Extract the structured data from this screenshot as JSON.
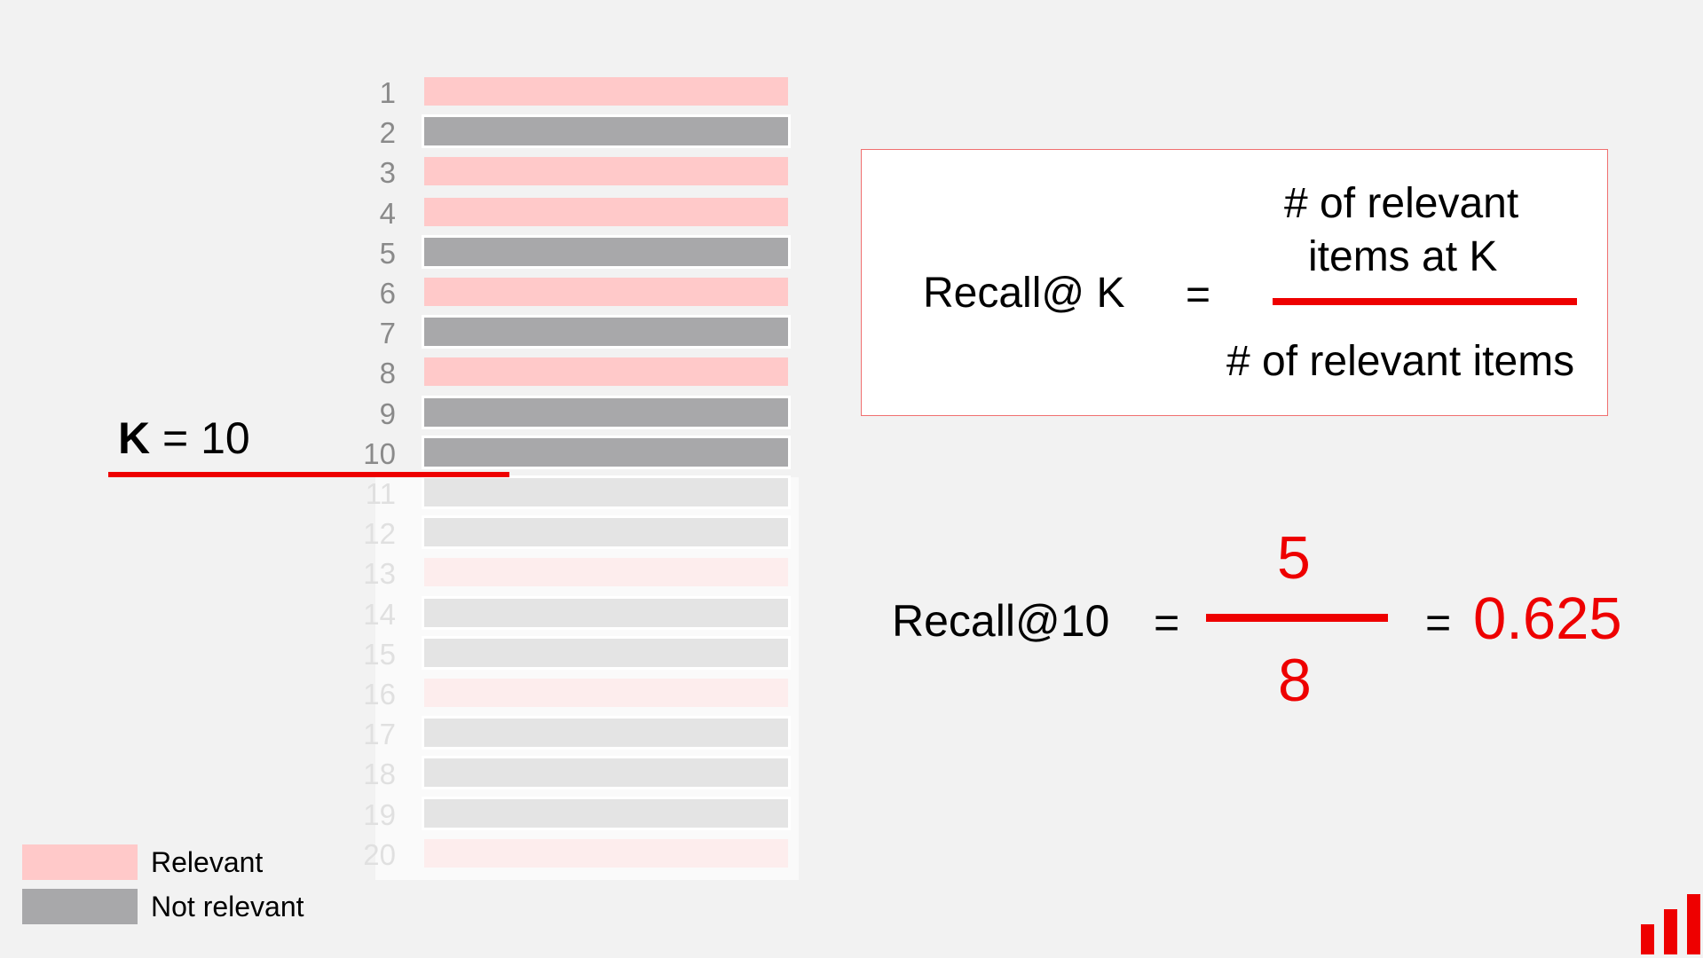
{
  "diagram": {
    "title": "Recall@K illustration",
    "ranked_list": {
      "items": [
        {
          "rank": "1",
          "status": "relevant",
          "in_top_k": true
        },
        {
          "rank": "2",
          "status": "not-relevant",
          "in_top_k": true
        },
        {
          "rank": "3",
          "status": "relevant",
          "in_top_k": true
        },
        {
          "rank": "4",
          "status": "relevant",
          "in_top_k": true
        },
        {
          "rank": "5",
          "status": "not-relevant",
          "in_top_k": true
        },
        {
          "rank": "6",
          "status": "relevant",
          "in_top_k": true
        },
        {
          "rank": "7",
          "status": "not-relevant",
          "in_top_k": true
        },
        {
          "rank": "8",
          "status": "relevant",
          "in_top_k": true
        },
        {
          "rank": "9",
          "status": "not-relevant",
          "in_top_k": true
        },
        {
          "rank": "10",
          "status": "not-relevant",
          "in_top_k": true
        },
        {
          "rank": "11",
          "status": "not-relevant",
          "in_top_k": false
        },
        {
          "rank": "12",
          "status": "not-relevant",
          "in_top_k": false
        },
        {
          "rank": "13",
          "status": "relevant",
          "in_top_k": false
        },
        {
          "rank": "14",
          "status": "not-relevant",
          "in_top_k": false
        },
        {
          "rank": "15",
          "status": "not-relevant",
          "in_top_k": false
        },
        {
          "rank": "16",
          "status": "relevant",
          "in_top_k": false
        },
        {
          "rank": "17",
          "status": "not-relevant",
          "in_top_k": false
        },
        {
          "rank": "18",
          "status": "not-relevant",
          "in_top_k": false
        },
        {
          "rank": "19",
          "status": "not-relevant",
          "in_top_k": false
        },
        {
          "rank": "20",
          "status": "relevant",
          "in_top_k": false
        }
      ]
    },
    "cutoff": {
      "k_symbol": "K",
      "equals": "=",
      "k_value": "10"
    },
    "formula": {
      "lhs": "Recall@ K",
      "equals": "=",
      "numerator_line1": "# of relevant",
      "numerator_line2": "items at K",
      "denominator": "# of relevant items"
    },
    "calculation": {
      "lhs": "Recall@10",
      "equals1": "=",
      "numerator": "5",
      "denominator": "8",
      "equals2": "=",
      "result": "0.625"
    },
    "legend": {
      "relevant_label": "Relevant",
      "not_relevant_label": "Not relevant"
    },
    "colors": {
      "relevant": "#ffc9c9",
      "not_relevant": "#a8a8aa",
      "relevant_faded": "#fdeded",
      "not_relevant_faded": "#e4e4e4",
      "accent_red": "#ee0000",
      "background": "#f2f2f2"
    },
    "logo": {
      "icon": "bar-chart-logo-icon"
    }
  }
}
